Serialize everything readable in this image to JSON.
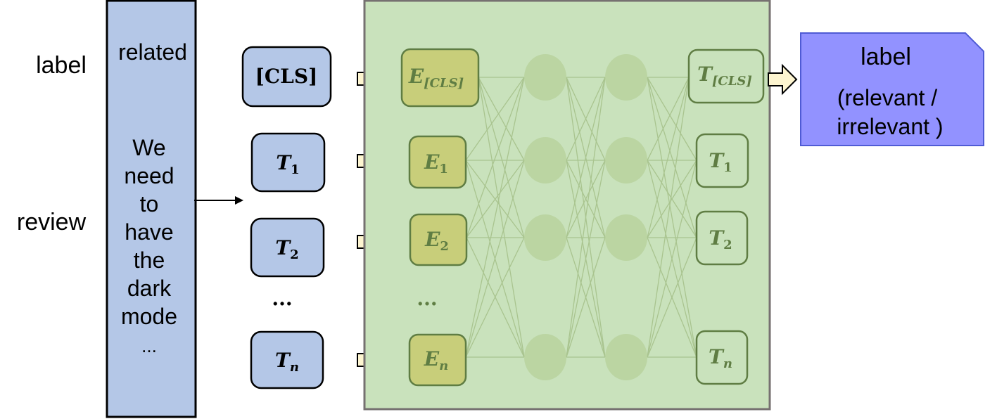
{
  "row_labels": {
    "label": "label",
    "review": "review"
  },
  "input": {
    "label_text": "related",
    "review_words": [
      "We",
      "need",
      "to",
      "have",
      "the",
      "dark",
      "mode",
      "..."
    ]
  },
  "tokens": {
    "cls": "[CLS]",
    "t1": {
      "base": "T",
      "sub": "1"
    },
    "t2": {
      "base": "T",
      "sub": "2"
    },
    "ellipsis": "...",
    "tn": {
      "base": "T",
      "sub": "n"
    }
  },
  "embeddings": {
    "cls": {
      "base": "E",
      "sub": "[CLS]"
    },
    "e1": {
      "base": "E",
      "sub": "1"
    },
    "e2": {
      "base": "E",
      "sub": "2"
    },
    "ellipsis": "...",
    "en": {
      "base": "E",
      "sub": "n"
    }
  },
  "outputs": {
    "cls": {
      "base": "T",
      "sub": "[CLS]"
    },
    "t1": {
      "base": "T",
      "sub": "1"
    },
    "t2": {
      "base": "T",
      "sub": "2"
    },
    "tn": {
      "base": "T",
      "sub": "n"
    }
  },
  "result": {
    "line1": "label",
    "line2": "(relevant /",
    "line3": "irrelevant )"
  },
  "colors": {
    "input_fill": "#b4c7e7",
    "token_fill": "#b4c7e7",
    "model_fill": "#c9e2bc",
    "model_border": "#767171",
    "embedding_fill": "#c8ce7a",
    "embedding_border": "#5f7d43",
    "node_fill": "#b6d09a",
    "output_border": "#5f7d43",
    "result_fill": "#9292ff",
    "result_border": "#4f5bd5",
    "arrow_fill": "#fdf5d0"
  }
}
